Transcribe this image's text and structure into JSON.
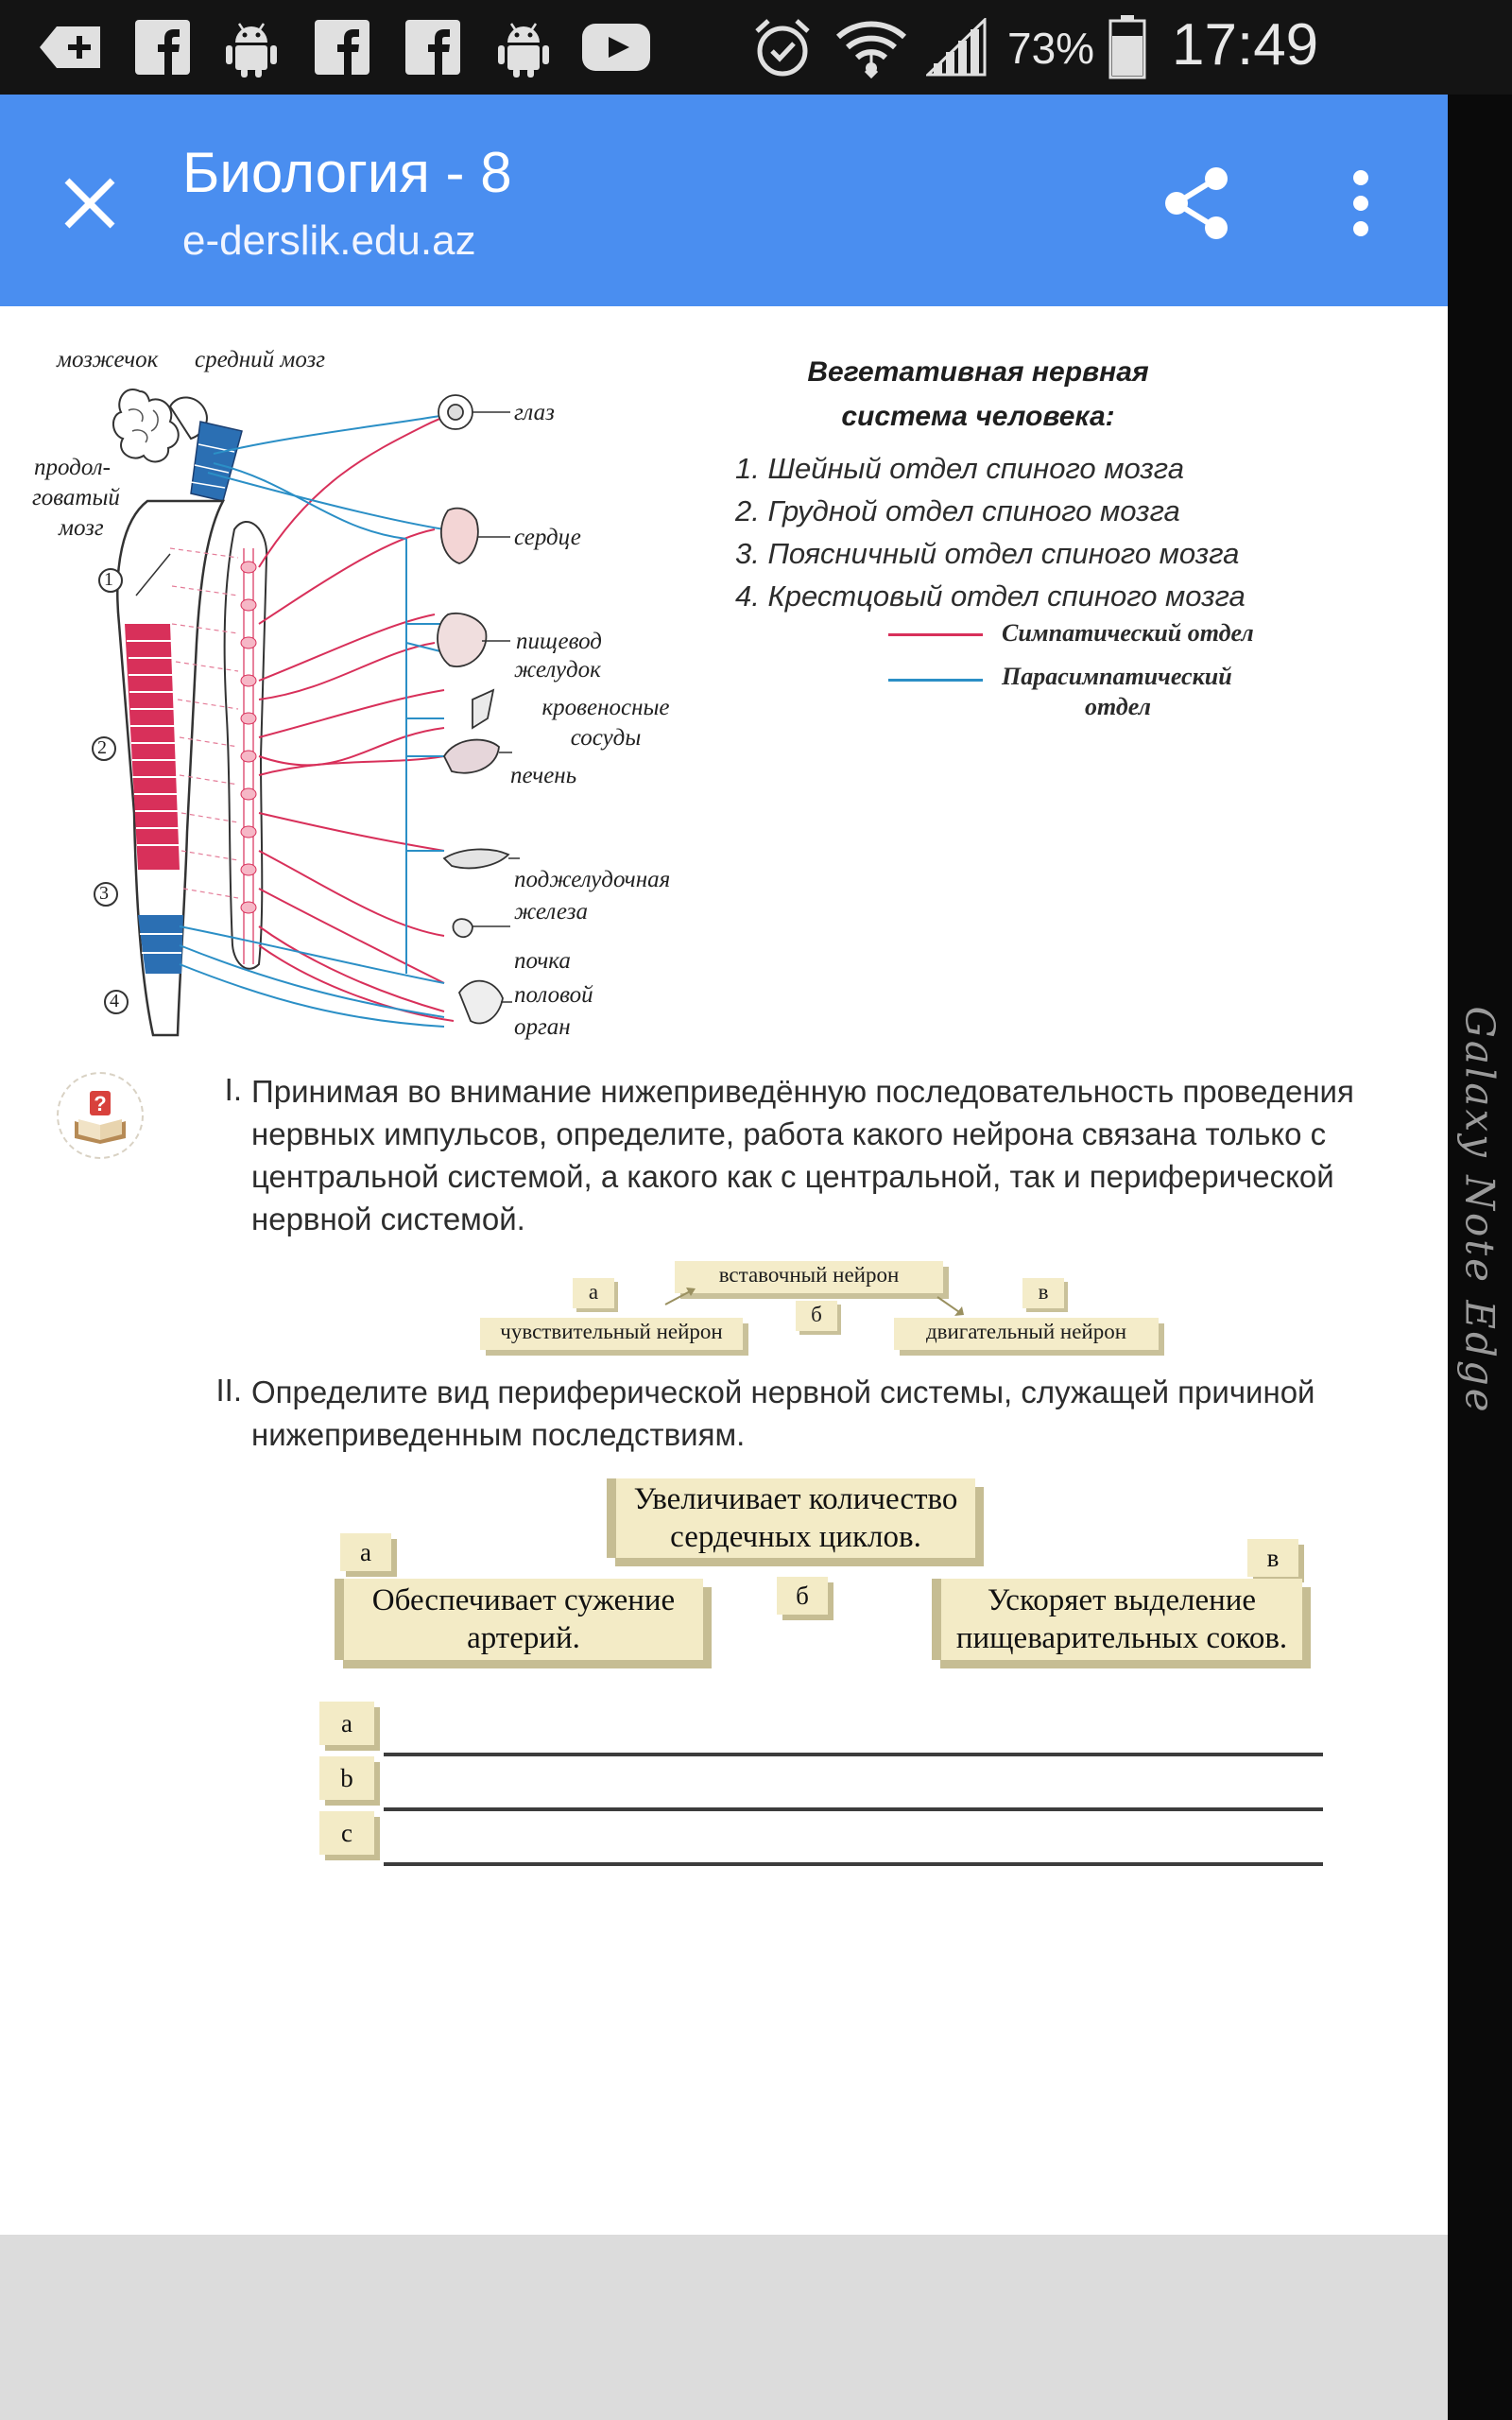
{
  "status_bar": {
    "time": "17:49",
    "battery_percent": "73%",
    "icons": [
      "add-icon",
      "facebook-icon",
      "android-icon",
      "facebook-icon",
      "facebook-icon",
      "android-icon",
      "youtube-icon",
      "alarm-icon",
      "wifi-icon",
      "signal-icon",
      "battery-icon"
    ]
  },
  "toolbar": {
    "title": "Биология - 8",
    "url": "e-derslik.edu.az",
    "close_icon": "close-icon",
    "share_icon": "share-icon",
    "menu_icon": "more-vert-icon",
    "color": "#4a8ef0"
  },
  "edge": {
    "brand": "Galaxy Note Edge"
  },
  "diagram": {
    "labels": {
      "cerebellum": "мозжечок",
      "midbrain": "средний мозг",
      "medulla_1": "продол-",
      "medulla_2": "говатый",
      "medulla_3": "мозг",
      "eye": "глаз",
      "heart": "сердце",
      "esophagus": "пищевод",
      "stomach": "желудок",
      "vessels_1": "кровеносные",
      "vessels_2": "сосуды",
      "liver": "печень",
      "pancreas_1": "поджелудочная",
      "pancreas_2": "железа",
      "kidney": "почка",
      "genital_1": "половой",
      "genital_2": "орган"
    },
    "markers": [
      "1",
      "2",
      "3",
      "4"
    ],
    "colors": {
      "sympathetic": "#d8305a",
      "parasympathetic": "#2b8fc6"
    }
  },
  "legend": {
    "title_line1": "Вегетативная нервная",
    "title_line2": "система человека:",
    "items": [
      "1. Шейный отдел спиного мозга",
      "2. Грудной отдел спиного мозга",
      "3. Поясничный отдел спиного мозга",
      "4. Крестцовый отдел спиного мозга"
    ],
    "sympathetic": "Симпатический отдел",
    "parasympathetic_1": "Парасимпатический",
    "parasympathetic_2": "отдел"
  },
  "task_icon": "book-question-icon",
  "question1": {
    "num": "I.",
    "text": "Принимая во внимание нижеприведённую последовательность проведения нервных импульсов, определите, работа какого нейрона связана только с центральной системой, а какого как с центральной, так и периферической нервной системой.",
    "flow": {
      "tag_a": "а",
      "tag_b": "б",
      "tag_c": "в",
      "sensory": "чувствительный нейрон",
      "inter": "вставочный нейрон",
      "motor": "двигательный нейрон"
    }
  },
  "question2": {
    "num": "II.",
    "text": "Определите вид периферической нервной системы, служащей причиной нижеприведенным последствиям.",
    "cards": {
      "tag_a": "а",
      "tag_b": "б",
      "tag_c": "в",
      "heart_1": "Увеличивает количество",
      "heart_2": "сердечных циклов.",
      "arteries_1": "Обеспечивает сужение",
      "arteries_2": "артерий.",
      "juices_1": "Ускоряет выделение",
      "juices_2": "пищеварительных соков."
    },
    "answers": [
      "a",
      "b",
      "c"
    ]
  }
}
